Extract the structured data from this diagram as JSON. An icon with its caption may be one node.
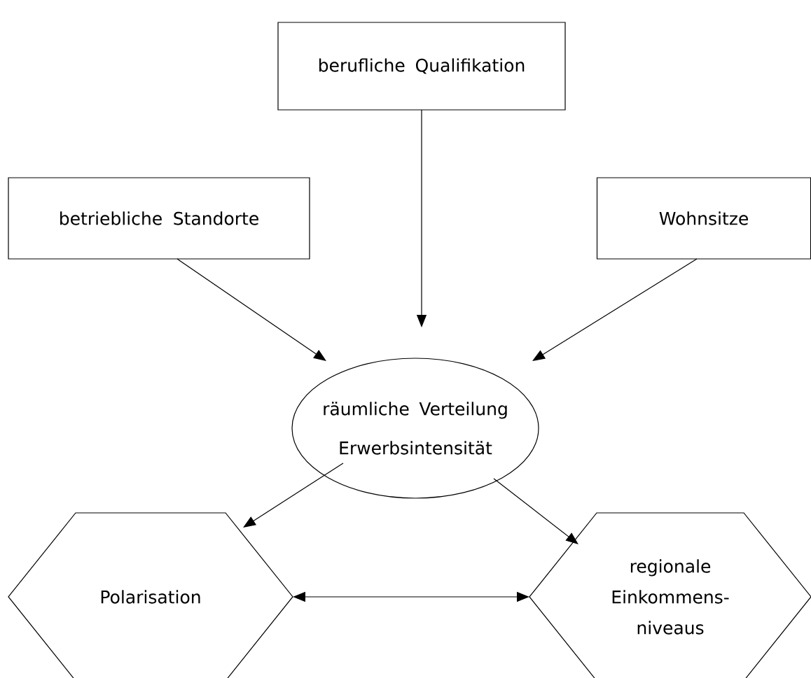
{
  "diagram": {
    "nodes": [
      {
        "text": [
          "berufliche Qualifikation"
        ]
      },
      {
        "text": [
          "betriebliche Standorte"
        ]
      },
      {
        "text": [
          "Wohnsitze"
        ]
      },
      {
        "text": [
          "räumliche Verteilung Erwerbsintensität"
        ]
      },
      {
        "text": [
          "Polarisation"
        ]
      },
      {
        "text": [
          "regionale Einkommens- niveaus"
        ]
      }
    ],
    "edges": [
      {
        "from": 1,
        "to": 3,
        "arrow": "to"
      },
      {
        "from": 0,
        "to": 3,
        "arrow": "to"
      },
      {
        "from": 2,
        "to": 3,
        "arrow": "to"
      },
      {
        "from": 3,
        "to": 4,
        "arrow": "to"
      },
      {
        "from": 3,
        "to": 5,
        "arrow": "to"
      },
      {
        "from": 4,
        "to": 5,
        "arrow": "both"
      }
    ]
  }
}
